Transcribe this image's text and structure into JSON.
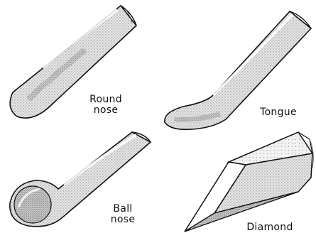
{
  "tools": {
    "round_nose": {
      "line1": "Round",
      "line2": "nose"
    },
    "tongue": {
      "line1": "Tongue"
    },
    "ball_nose": {
      "line1": "Ball",
      "line2": "nose"
    },
    "diamond": {
      "line1": "Diamond"
    }
  },
  "colors": {
    "ink": "#111111",
    "shade_dark": "#9a9a9a",
    "shade_light": "#dcdcdc"
  }
}
